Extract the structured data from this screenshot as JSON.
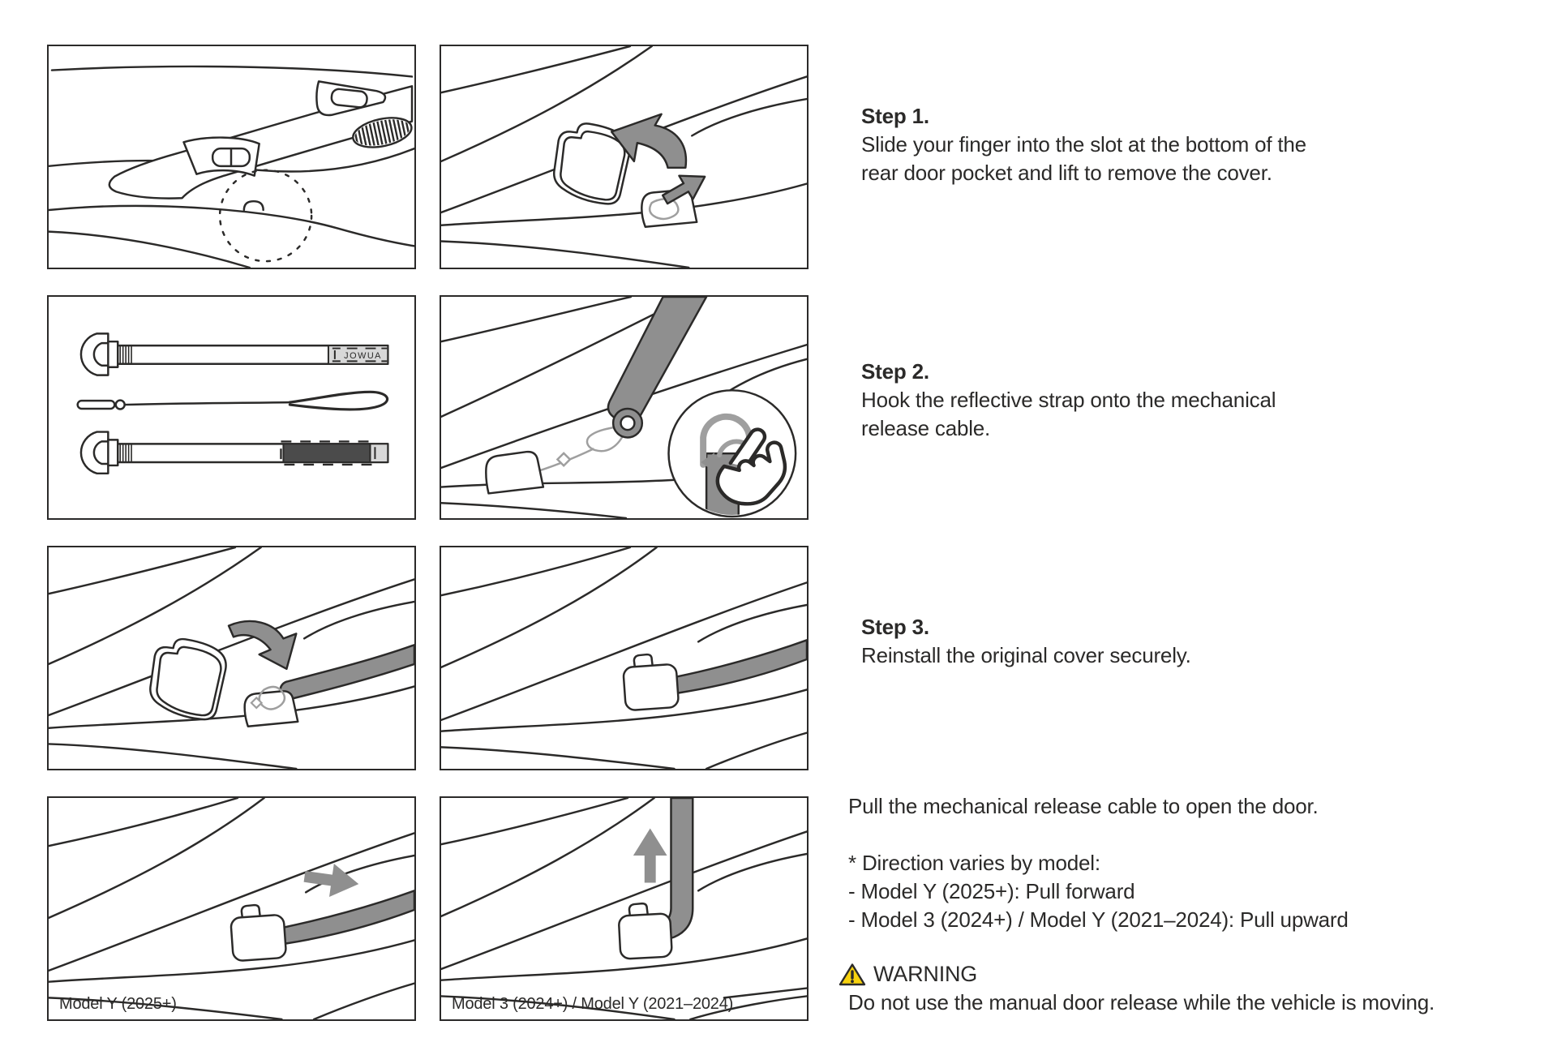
{
  "brand": "JOWUA",
  "colors": {
    "line": "#2b2a29",
    "gray": "#8f8f8f",
    "cable_gray": "#9f9f9f",
    "label_gray": "#d8d8d8",
    "reflective_dark": "#4b4b4b",
    "warning_yellow": "#f7d20e"
  },
  "steps": [
    {
      "title": "Step 1.",
      "body": "Slide your finger into the slot at the bottom of the\nrear door pocket and lift to remove the cover."
    },
    {
      "title": "Step 2.",
      "body": "Hook the reflective strap onto the mechanical\nrelease cable."
    },
    {
      "title": "Step 3.",
      "body": "Reinstall the original cover securely."
    }
  ],
  "usage": {
    "pull_note": "Pull the mechanical release cable to open the door.",
    "direction_note": "* Direction varies by model:\n- Model Y (2025+): Pull forward\n - Model 3 (2024+) / Model Y (2021–2024): Pull upward"
  },
  "warning": {
    "label": "WARNING",
    "body": "Do not use the manual door release while the vehicle is moving."
  },
  "panels": [
    {
      "name": "door-pocket-overview",
      "caption": ""
    },
    {
      "name": "remove-cover",
      "caption": ""
    },
    {
      "name": "strap-kit",
      "caption": ""
    },
    {
      "name": "hook-strap",
      "caption": ""
    },
    {
      "name": "reinstall-cover",
      "caption": ""
    },
    {
      "name": "cover-installed",
      "caption": ""
    },
    {
      "name": "pull-forward",
      "caption": "Model Y (2025+)"
    },
    {
      "name": "pull-upward",
      "caption": "Model 3 (2024+) / Model Y (2021–2024)"
    }
  ]
}
